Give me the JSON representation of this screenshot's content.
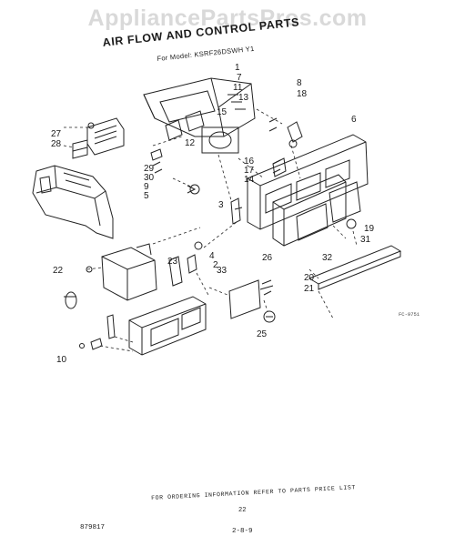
{
  "watermark": "AppliancePartsPros.com",
  "title": "AIR FLOW AND CONTROL PARTS",
  "subtitle": "For Model: KSRF26DSWH Y1",
  "figure_code": "FC-9751",
  "footer_note": "FOR ORDERING INFORMATION REFER TO PARTS PRICE LIST",
  "page_number": "22",
  "doc_code": "879817",
  "date_code": "2-8-9",
  "callouts": [
    "1",
    "7",
    "11",
    "13",
    "8",
    "18",
    "15",
    "27",
    "28",
    "12",
    "29",
    "30",
    "9",
    "5",
    "6",
    "17",
    "16",
    "14",
    "3",
    "4",
    "2",
    "26",
    "22",
    "23",
    "33",
    "20",
    "21",
    "25",
    "19",
    "31",
    "32",
    "10"
  ]
}
